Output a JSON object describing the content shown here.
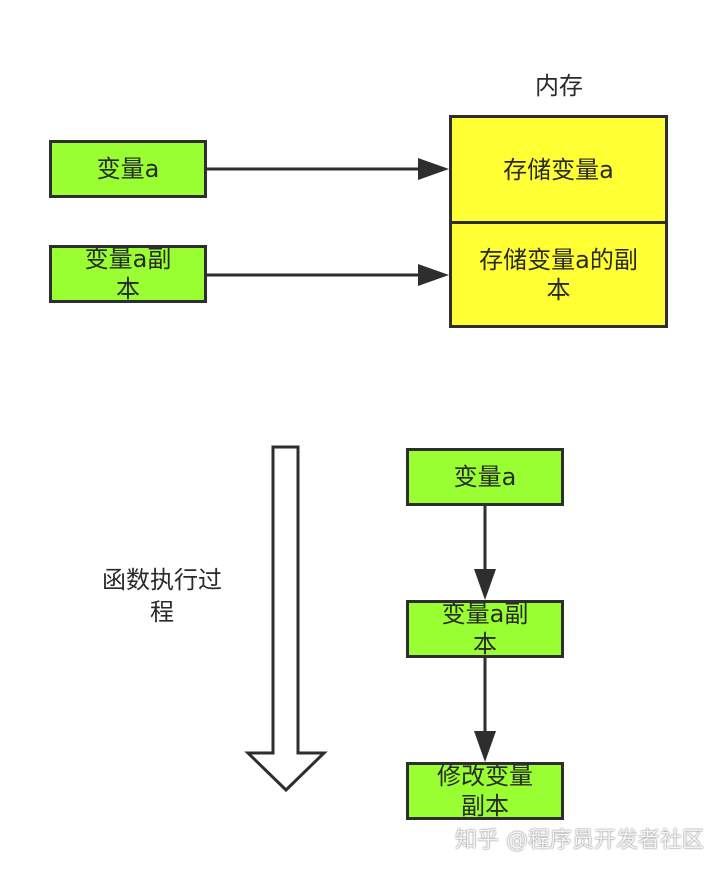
{
  "labels": {
    "memory": "内存",
    "process": "函数执行过\n程"
  },
  "boxes": {
    "var_a": "变量a",
    "var_a_copy": "变量a副\n本",
    "store_a": "存储变量a",
    "store_copy": "存储变量a的副\n本",
    "flow_var_a": "变量a",
    "flow_copy": "变量a副\n本",
    "flow_modify": "修改变量\n副本"
  },
  "watermark": "知乎 @程序员开发者社区",
  "colors": {
    "green": "#99ff33",
    "yellow": "#ffff33",
    "stroke": "#2e2e2e"
  }
}
